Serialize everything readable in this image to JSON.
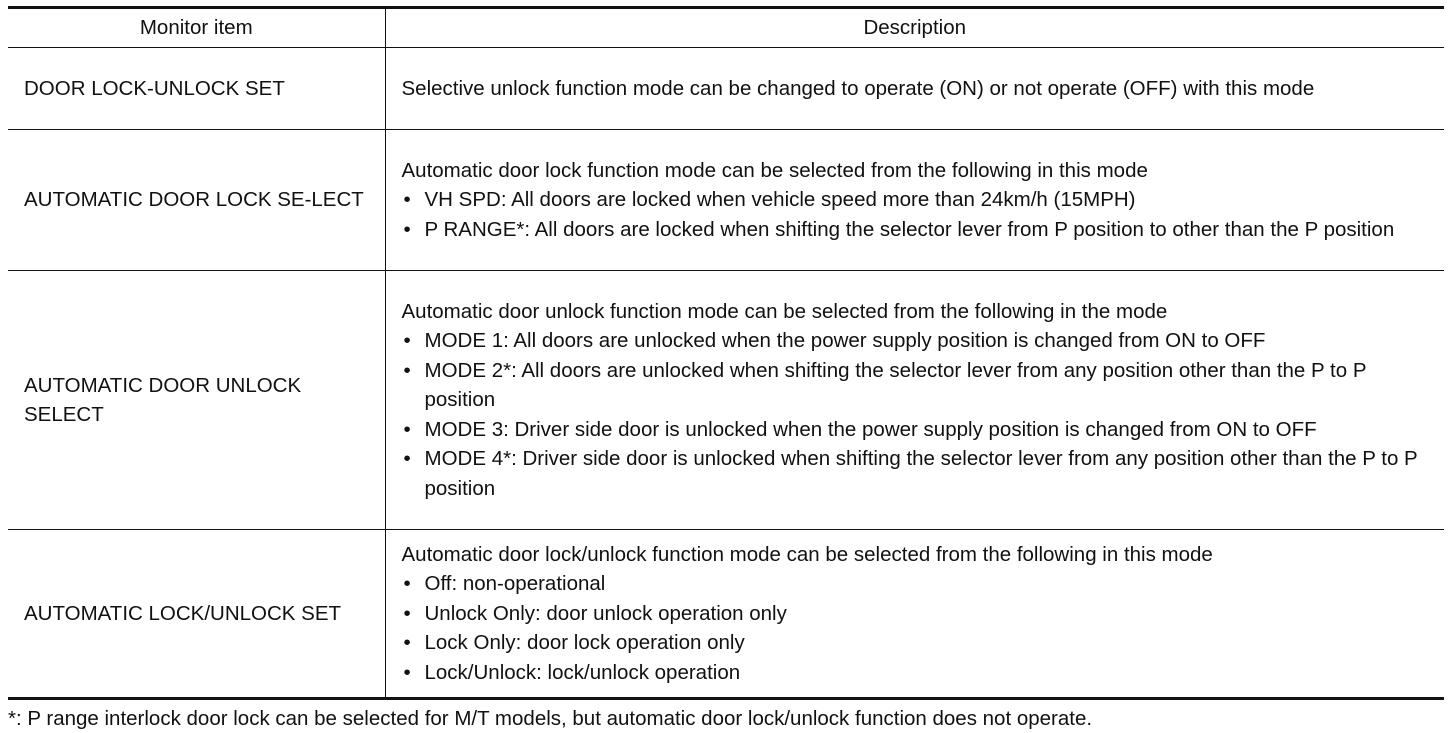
{
  "table": {
    "headers": {
      "monitor_item": "Monitor item",
      "description": "Description"
    },
    "rows": [
      {
        "item": "DOOR LOCK-UNLOCK SET",
        "description": "Selective unlock function mode can be changed to operate (ON) or not operate (OFF) with this mode",
        "bullets": []
      },
      {
        "item": "AUTOMATIC DOOR LOCK SE-LECT",
        "description": "Automatic door lock function mode can be selected from the following in this mode",
        "bullets": [
          "VH SPD: All doors are locked when vehicle speed more than 24km/h (15MPH)",
          "P RANGE*: All doors are locked when shifting the selector lever from P position to other than the P position"
        ]
      },
      {
        "item": "AUTOMATIC DOOR UNLOCK SELECT",
        "description": "Automatic door unlock function mode can be selected from the following in the mode",
        "bullets": [
          "MODE 1: All doors are unlocked when the power supply position is changed from ON to OFF",
          "MODE 2*: All doors are unlocked when shifting the selector lever from any position other than the P to P position",
          "MODE 3: Driver side door is unlocked when the power supply position is changed from ON to OFF",
          "MODE 4*: Driver side door is unlocked when shifting the selector lever from any position other than the P to P position"
        ]
      },
      {
        "item": "AUTOMATIC LOCK/UNLOCK SET",
        "description": "Automatic door lock/unlock function mode can be selected from the following in this mode",
        "bullets": [
          "Off: non-operational",
          "Unlock Only: door unlock operation only",
          "Lock Only: door lock operation only",
          "Lock/Unlock: lock/unlock operation"
        ]
      }
    ]
  },
  "footnote": "*: P range interlock door lock can be selected for M/T models, but automatic door lock/unlock function does not operate."
}
